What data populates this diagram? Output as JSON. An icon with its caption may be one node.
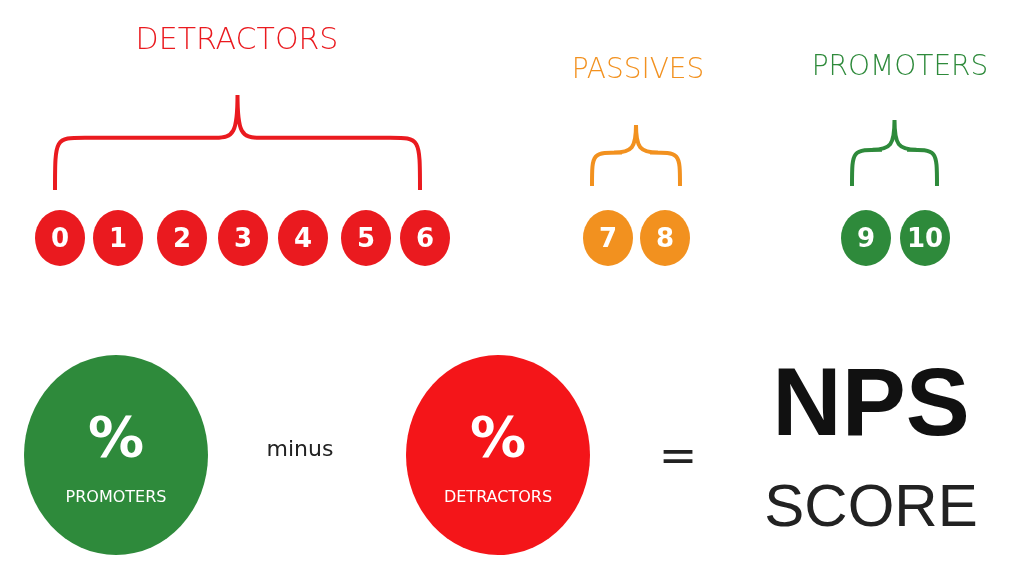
{
  "diagram": {
    "nodes": [
      {
        "text": [
          "0"
        ]
      },
      {
        "text": [
          "1"
        ]
      },
      {
        "text": [
          "2"
        ]
      },
      {
        "text": [
          "3"
        ]
      },
      {
        "text": [
          "4"
        ]
      },
      {
        "text": [
          "5"
        ]
      },
      {
        "text": [
          "6"
        ]
      },
      {
        "text": [
          "7"
        ]
      },
      {
        "text": [
          "8"
        ]
      },
      {
        "text": [
          "9"
        ]
      },
      {
        "text": [
          "10"
        ]
      },
      {
        "text": [
          "%",
          "PROMOTERS"
        ]
      },
      {
        "text": [
          "%",
          "DETRACTORS"
        ]
      }
    ],
    "edges": [],
    "labels": [
      "DETRACTORS",
      "PASSIVES",
      "PROMOTERS",
      "minus",
      "=",
      "NPS",
      "SCORE"
    ]
  }
}
